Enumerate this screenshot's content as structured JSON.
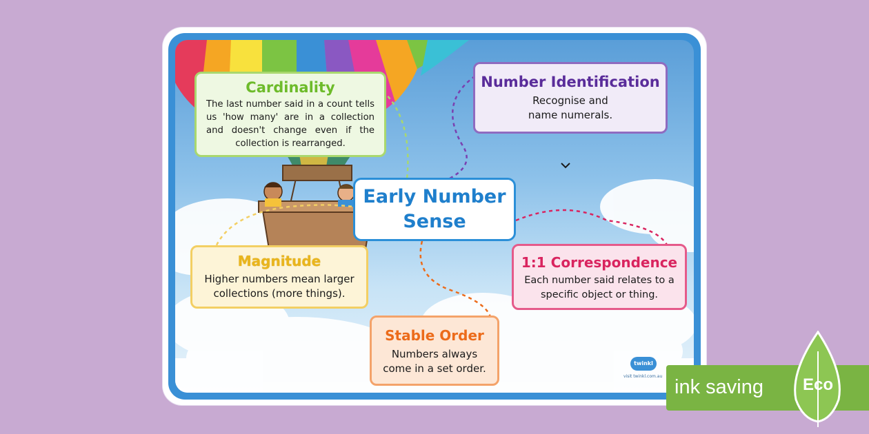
{
  "poster": {
    "title": "Early Number Sense",
    "cards": {
      "cardinality": {
        "title": "Cardinality",
        "body": "The last number said in a count tells us 'how many' are in a collection and doesn't change even if the collection is rearranged."
      },
      "number_identification": {
        "title": "Number Identification",
        "body": "Recognise and name numerals."
      },
      "magnitude": {
        "title": "Magnitude",
        "body": "Higher numbers mean larger collections (more things)."
      },
      "correspondence": {
        "title": "1:1 Correspondence",
        "body": "Each number said relates to a specific object or thing."
      },
      "stable_order": {
        "title": "Stable Order",
        "body": "Numbers always come in a set order."
      }
    },
    "logo": {
      "text": "twinkl",
      "url": "visit twinkl.com.au"
    }
  },
  "badge": {
    "text": "ink saving",
    "label": "Eco"
  },
  "colors": {
    "background": "#c8aad2",
    "frame": "#3a90d6",
    "cardinality": "#6dbb2a",
    "number_identification": "#5a2c9a",
    "title": "#1f7fcc",
    "magnitude": "#e9b51d",
    "correspondence": "#d9245f",
    "stable_order": "#ec6b1a",
    "eco": "#7ab443"
  }
}
